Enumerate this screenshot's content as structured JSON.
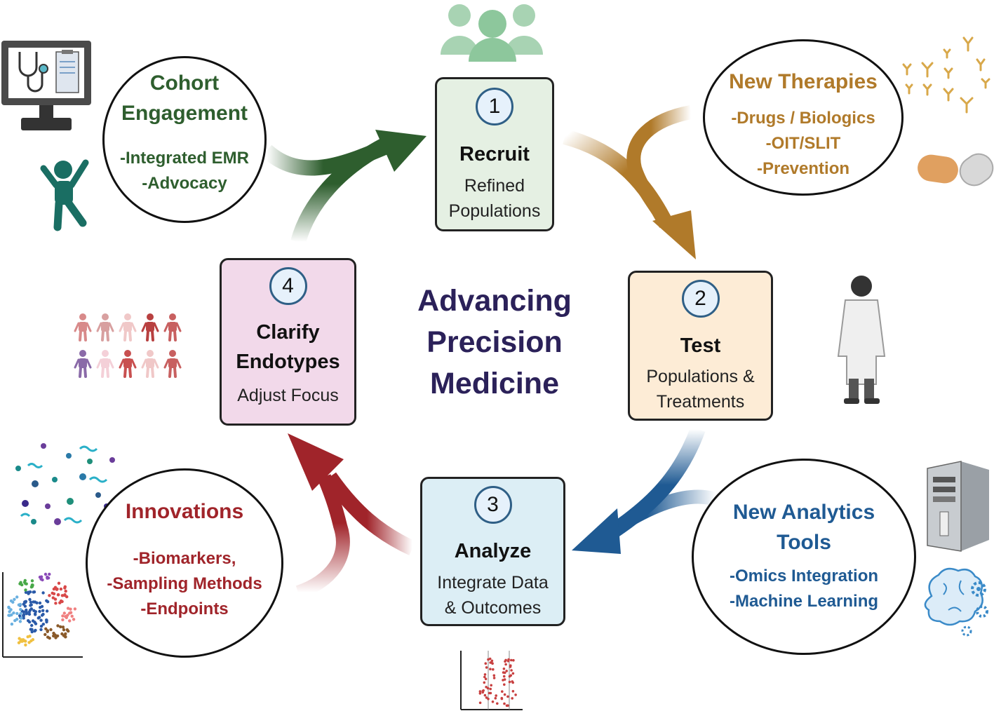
{
  "center_title": [
    "Advancing",
    "Precision",
    "Medicine"
  ],
  "steps": [
    {
      "number": "1",
      "title": [
        "Recruit"
      ],
      "sub": [
        "Refined",
        "Populations"
      ],
      "color": "#e5f0e3"
    },
    {
      "number": "2",
      "title": [
        "Test"
      ],
      "sub": [
        "Populations &",
        "Treatments"
      ],
      "color": "#fdecd6"
    },
    {
      "number": "3",
      "title": [
        "Analyze"
      ],
      "sub": [
        "Integrate Data",
        "& Outcomes"
      ],
      "color": "#dceef5"
    },
    {
      "number": "4",
      "title": [
        "Clarify",
        "Endotypes"
      ],
      "sub": [
        "Adjust Focus"
      ],
      "color": "#f2d9ea"
    }
  ],
  "ovals": {
    "cohort": {
      "title": [
        "Cohort",
        "Engagement"
      ],
      "items": [
        "-Integrated EMR",
        "-Advocacy"
      ],
      "color": "#2e5e2e"
    },
    "therapies": {
      "title": [
        "New Therapies"
      ],
      "items": [
        "-Drugs / Biologics",
        "-OIT/SLIT",
        "-Prevention"
      ],
      "color": "#b07a2a"
    },
    "analytics": {
      "title": [
        "New Analytics",
        "Tools"
      ],
      "items": [
        "-Omics Integration",
        "-Machine Learning"
      ],
      "color": "#1f5a93"
    },
    "innovations": {
      "title": [
        "Innovations"
      ],
      "items": [
        "-Biomarkers,",
        "-Sampling Methods",
        "-Endpoints"
      ],
      "color": "#a0242a"
    }
  },
  "arrow_colors": {
    "green": "#2e5e2e",
    "gold": "#b07a2a",
    "blue": "#1f5a93",
    "red": "#a0242a"
  },
  "icons": [
    "people-group-icon",
    "computer-emr-icon",
    "person-jumping-icon",
    "antibody-icon",
    "pill-capsule-icon",
    "scientist-icon",
    "people-grid-icon",
    "molecules-icon",
    "scatter-cluster-icon",
    "server-tower-icon",
    "brain-gears-icon",
    "volcano-plot-icon"
  ]
}
